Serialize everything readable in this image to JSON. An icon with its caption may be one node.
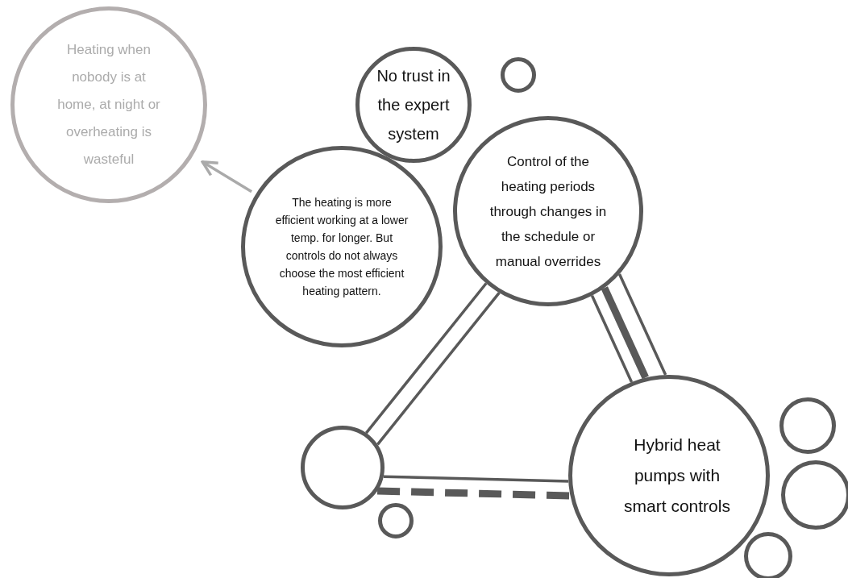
{
  "diagram": {
    "nodes": [
      {
        "text": [
          "Heating when nobody is at home, at night or overheating is wasteful"
        ]
      },
      {
        "text": [
          "No trust in the expert system"
        ]
      },
      {
        "text": [],
        "shape": "circle"
      },
      {
        "text": [
          "Control of the heating periods through changes in the schedule or manual overrides"
        ]
      },
      {
        "text": [
          "The heating is more efficient working at a lower temp. for longer. But controls do not always choose the most efficient heating pattern."
        ]
      },
      {
        "text": [],
        "shape": "circle"
      },
      {
        "text": [],
        "shape": "circle"
      },
      {
        "text": [
          "Hybrid heat pumps with smart controls"
        ]
      },
      {
        "text": [],
        "shape": "circle"
      },
      {
        "text": [],
        "shape": "circle"
      },
      {
        "text": [],
        "shape": "circle"
      }
    ],
    "edges": [
      {
        "from": 5,
        "to": 3,
        "arrow": "none"
      },
      {
        "from": 5,
        "to": 3,
        "arrow": "none"
      },
      {
        "from": 3,
        "to": 7,
        "arrow": "none"
      },
      {
        "from": 3,
        "to": 7,
        "arrow": "none",
        "style": "thick"
      },
      {
        "from": 3,
        "to": 7,
        "arrow": "none"
      },
      {
        "from": 5,
        "to": 7,
        "arrow": "none"
      },
      {
        "from": 5,
        "to": 7,
        "arrow": "none",
        "style": "dashed"
      },
      {
        "from": 4,
        "to": 0,
        "arrow": "to",
        "color": "#aaaaaa"
      }
    ]
  }
}
